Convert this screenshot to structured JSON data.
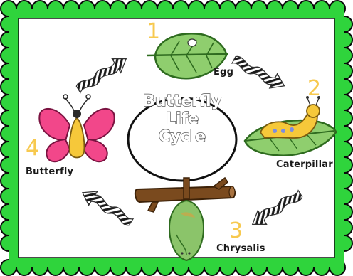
{
  "title": {
    "line1": "Butterfly",
    "line2": "Life",
    "line3": "Cycle"
  },
  "stages": [
    {
      "number": "1",
      "label": "Egg"
    },
    {
      "number": "2",
      "label": "Caterpillar"
    },
    {
      "number": "3",
      "label": "Chrysalis"
    },
    {
      "number": "4",
      "label": "Butterfly"
    }
  ],
  "colors": {
    "border_green": "#2fd43c",
    "border_dark": "#0a0a0a",
    "leaf_green": "#8fce6e",
    "leaf_dark": "#3f8a2e",
    "number_yellow": "#f7c94f",
    "wing_pink": "#f2478a",
    "body_yellow": "#f6c83a",
    "branch_brown": "#7a4a1e",
    "chrysalis_green": "#8bc46a"
  },
  "icons": [
    "egg-leaf-icon",
    "caterpillar-icon",
    "chrysalis-icon",
    "butterfly-icon",
    "cycle-arrow-icon"
  ]
}
